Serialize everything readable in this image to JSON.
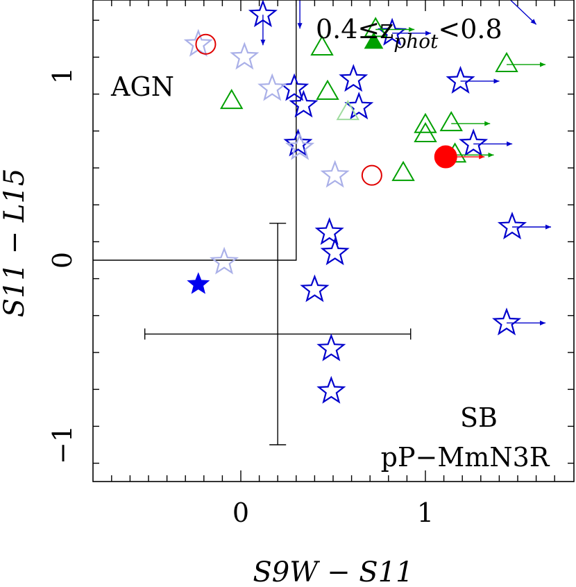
{
  "chart_data": {
    "type": "scatter",
    "xlabel": "S9W − S11",
    "ylabel": "S11 − L15",
    "xlim": [
      -0.8,
      1.8
    ],
    "ylim": [
      -1.2,
      1.4
    ],
    "x_ticks": [
      0,
      1
    ],
    "x_tick_labels": [
      "0",
      "1"
    ],
    "y_ticks": [
      -1,
      0,
      1
    ],
    "y_tick_labels": [
      "−1",
      "0",
      "1"
    ],
    "grid": false,
    "annotations": {
      "title": "0.4≤z",
      "subscript": "phot",
      "title_rest": "<0.8",
      "agn": "AGN",
      "sb": "SB",
      "model": "pP−MmN3R"
    },
    "agn_boundary": {
      "x_cut": 0.3,
      "y_cut": 0.0
    },
    "error_bar": {
      "x": 0.2,
      "y": -0.4,
      "xerr_low": 0.72,
      "xerr_high": 0.72,
      "yerr_low": 0.6,
      "yerr_high": 0.6
    },
    "series": [
      {
        "marker": "star-open",
        "color": "#0000cc",
        "points": [
          {
            "x": 0.12,
            "y": 1.33,
            "arrow": "down"
          },
          {
            "x": 0.29,
            "y": 0.93
          },
          {
            "x": 0.34,
            "y": 0.84
          },
          {
            "x": 0.31,
            "y": 0.63
          },
          {
            "x": 0.61,
            "y": 0.98
          },
          {
            "x": 0.64,
            "y": 0.83
          },
          {
            "x": 0.82,
            "y": 1.23,
            "arrow": "right"
          },
          {
            "x": 1.19,
            "y": 0.97,
            "arrow": "right"
          },
          {
            "x": 1.26,
            "y": 0.63,
            "arrow": "right"
          },
          {
            "x": 1.47,
            "y": 0.18,
            "arrow": "right"
          },
          {
            "x": 1.44,
            "y": -0.34,
            "arrow": "right"
          },
          {
            "x": 0.48,
            "y": 0.15
          },
          {
            "x": 0.51,
            "y": 0.04
          },
          {
            "x": 0.4,
            "y": -0.16
          },
          {
            "x": 0.49,
            "y": -0.48
          },
          {
            "x": 0.49,
            "y": -0.71
          }
        ]
      },
      {
        "marker": "star-open",
        "color": "#aab0e8",
        "points": [
          {
            "x": -0.23,
            "y": 1.17
          },
          {
            "x": 0.02,
            "y": 1.1
          },
          {
            "x": 0.17,
            "y": 0.93
          },
          {
            "x": 0.32,
            "y": 0.61
          },
          {
            "x": 0.51,
            "y": 0.46
          },
          {
            "x": -0.09,
            "y": -0.01
          }
        ]
      },
      {
        "marker": "star-filled",
        "color": "#0000ee",
        "points": [
          {
            "x": -0.23,
            "y": -0.13
          }
        ]
      },
      {
        "marker": "triangle-open",
        "color": "#00a000",
        "points": [
          {
            "x": 0.44,
            "y": 1.15
          },
          {
            "x": -0.05,
            "y": 0.86
          },
          {
            "x": 0.47,
            "y": 0.91
          },
          {
            "x": 1.0,
            "y": 0.73
          },
          {
            "x": 1.0,
            "y": 0.68
          },
          {
            "x": 1.14,
            "y": 0.74,
            "arrow": "right"
          },
          {
            "x": 1.44,
            "y": 1.06,
            "arrow": "right"
          },
          {
            "x": 1.16,
            "y": 0.57,
            "arrow": "right"
          },
          {
            "x": 0.88,
            "y": 0.47
          },
          {
            "x": 0.73,
            "y": 1.25,
            "arrow": "right"
          }
        ]
      },
      {
        "marker": "triangle-open",
        "color": "#9fdc9f",
        "points": [
          {
            "x": 0.58,
            "y": 0.8
          }
        ]
      },
      {
        "marker": "triangle-filled",
        "color": "#00a000",
        "points": [
          {
            "x": 0.72,
            "y": 1.18
          }
        ]
      },
      {
        "marker": "circle-open",
        "color": "#e00000",
        "points": [
          {
            "x": -0.19,
            "y": 1.17
          },
          {
            "x": 0.71,
            "y": 0.46
          }
        ]
      },
      {
        "marker": "circle-filled",
        "color": "#ff0000",
        "points": [
          {
            "x": 1.11,
            "y": 0.56,
            "arrow": "right"
          }
        ]
      }
    ],
    "extra_arrows": [
      {
        "x": 0.32,
        "y": 1.42,
        "dir": "down",
        "color": "#0000cc"
      },
      {
        "x": 1.45,
        "y": 1.42,
        "dir": "down-right",
        "color": "#0000cc"
      }
    ]
  }
}
